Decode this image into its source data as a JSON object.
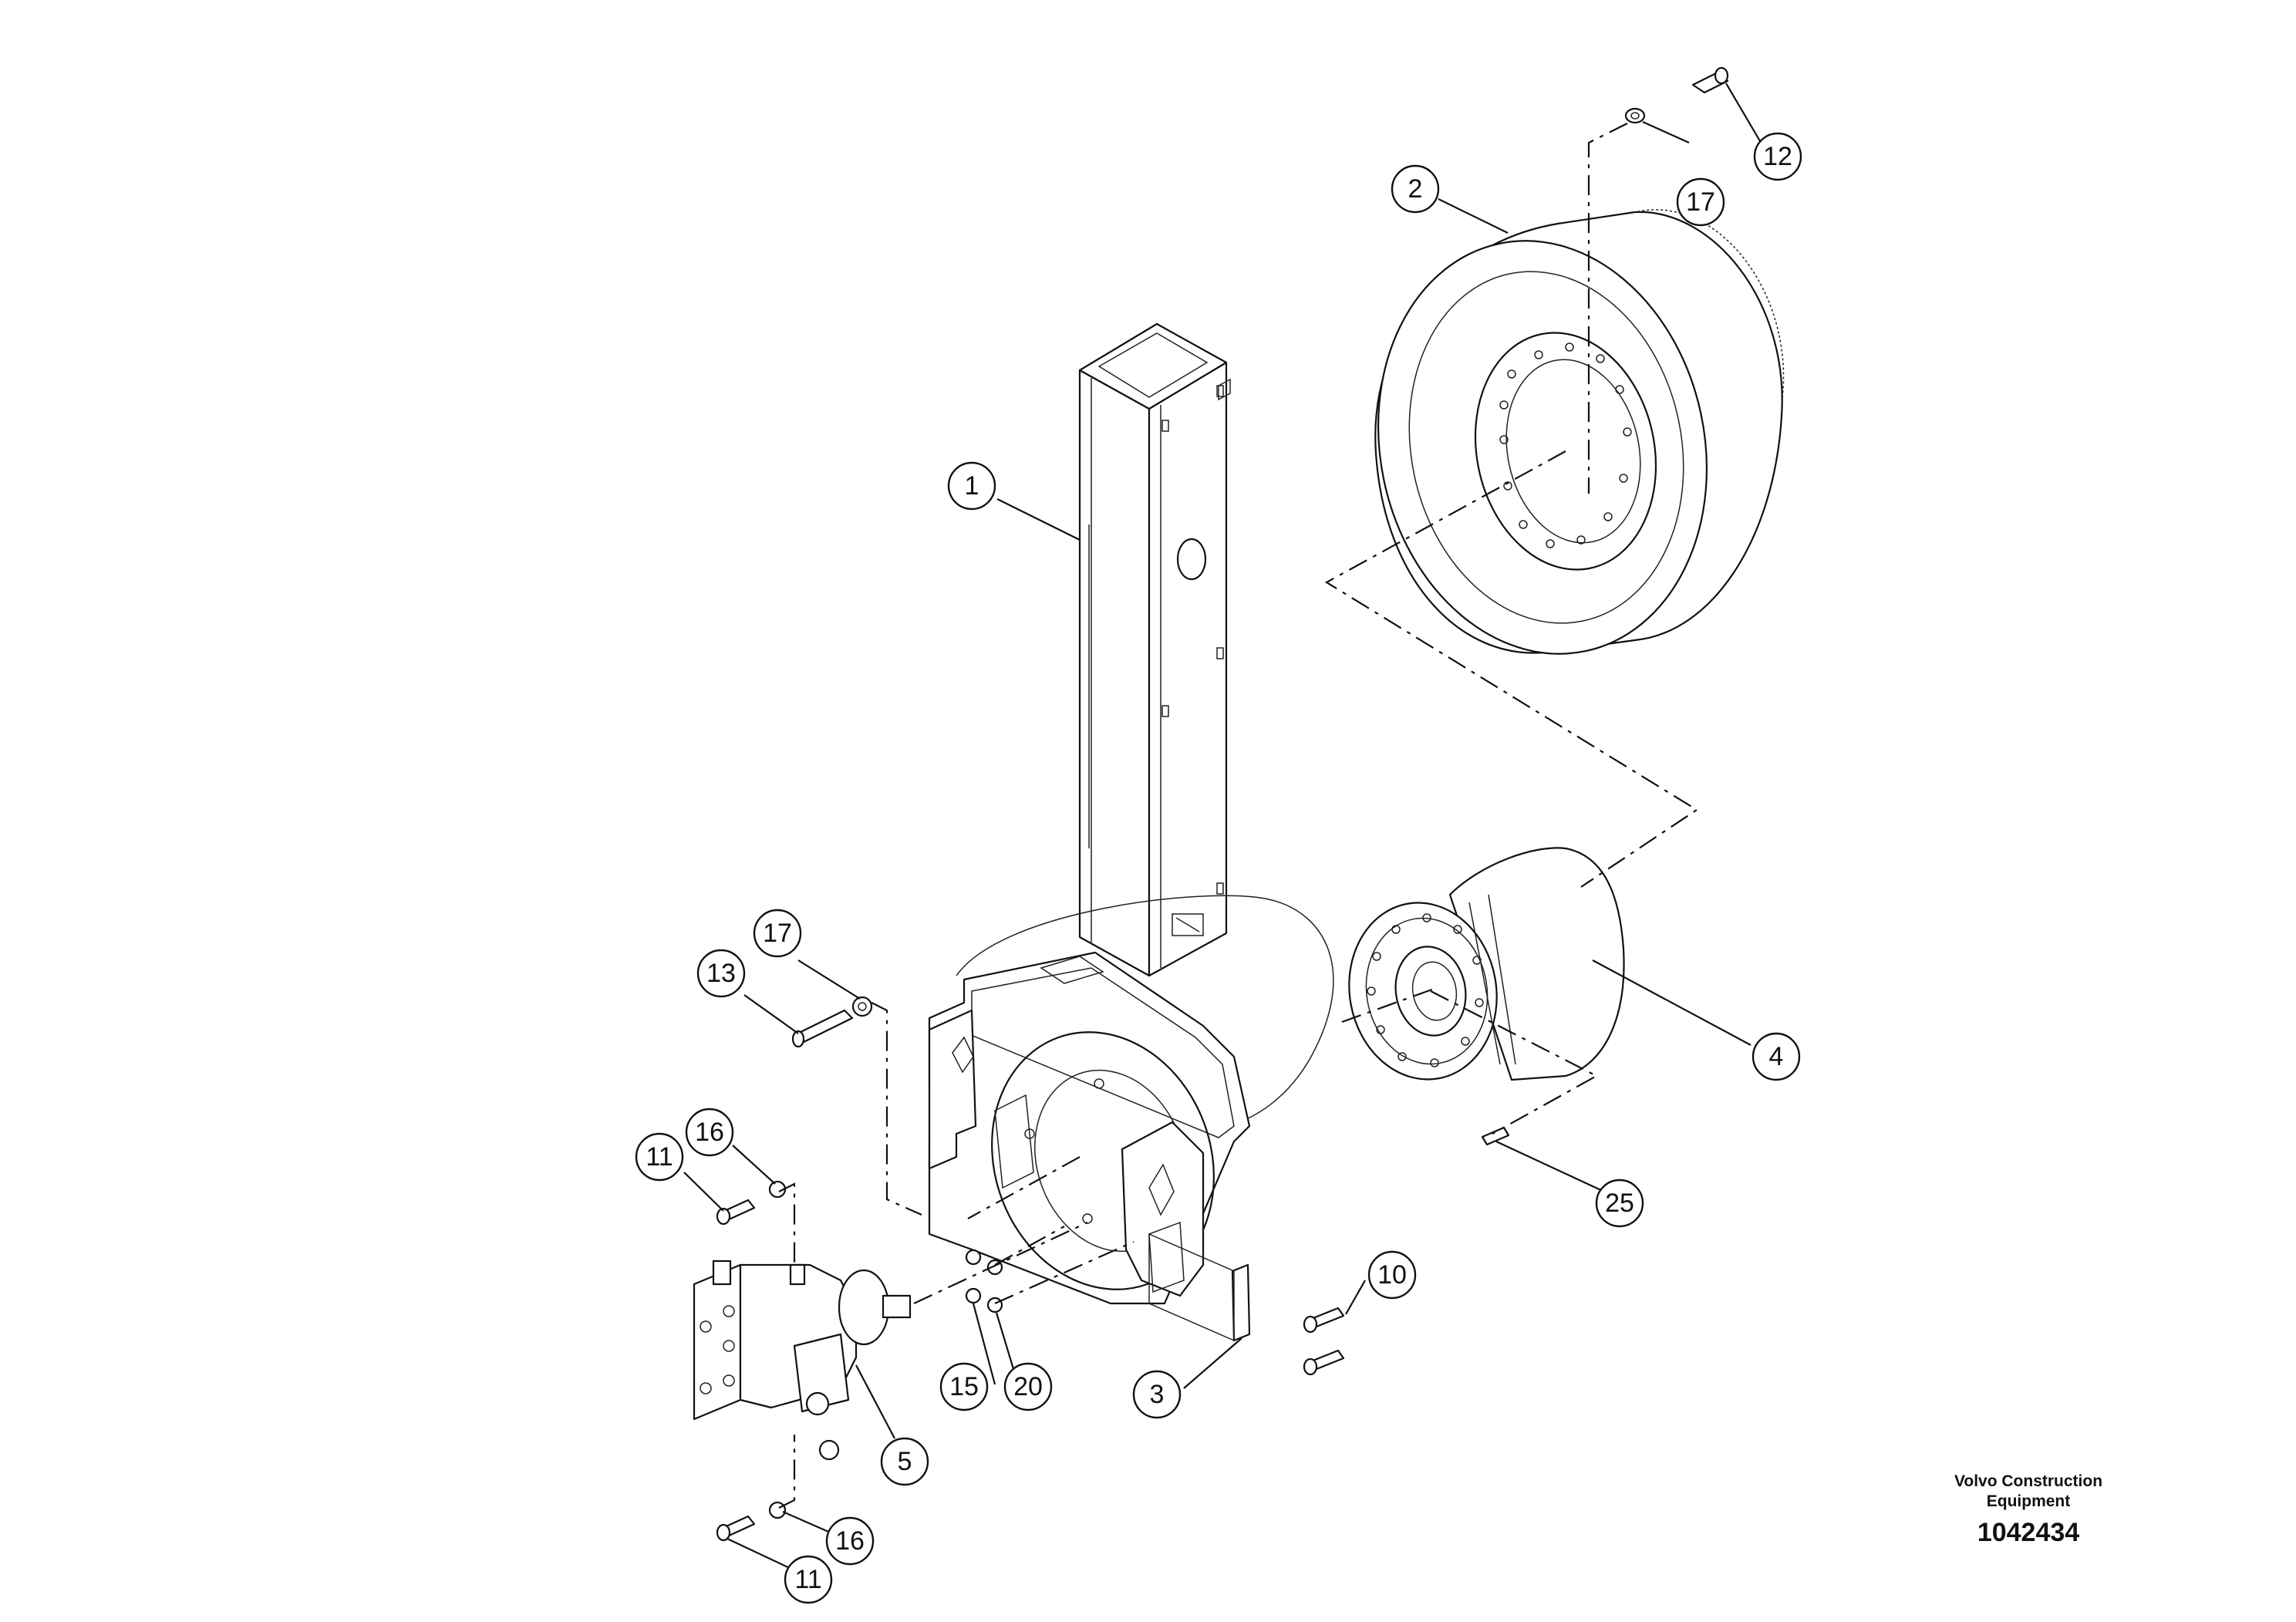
{
  "diagram": {
    "callouts": [
      {
        "id": "c1",
        "label": "1"
      },
      {
        "id": "c2",
        "label": "2"
      },
      {
        "id": "c3",
        "label": "3"
      },
      {
        "id": "c4",
        "label": "4"
      },
      {
        "id": "c5",
        "label": "5"
      },
      {
        "id": "c10",
        "label": "10"
      },
      {
        "id": "c11a",
        "label": "11"
      },
      {
        "id": "c11b",
        "label": "11"
      },
      {
        "id": "c12",
        "label": "12"
      },
      {
        "id": "c13",
        "label": "13"
      },
      {
        "id": "c15",
        "label": "15"
      },
      {
        "id": "c16a",
        "label": "16"
      },
      {
        "id": "c16b",
        "label": "16"
      },
      {
        "id": "c17a",
        "label": "17"
      },
      {
        "id": "c17b",
        "label": "17"
      },
      {
        "id": "c20",
        "label": "20"
      },
      {
        "id": "c25",
        "label": "25"
      }
    ]
  },
  "logo": {
    "line1": "Volvo Construction",
    "line2": "Equipment",
    "number": "1042434"
  }
}
